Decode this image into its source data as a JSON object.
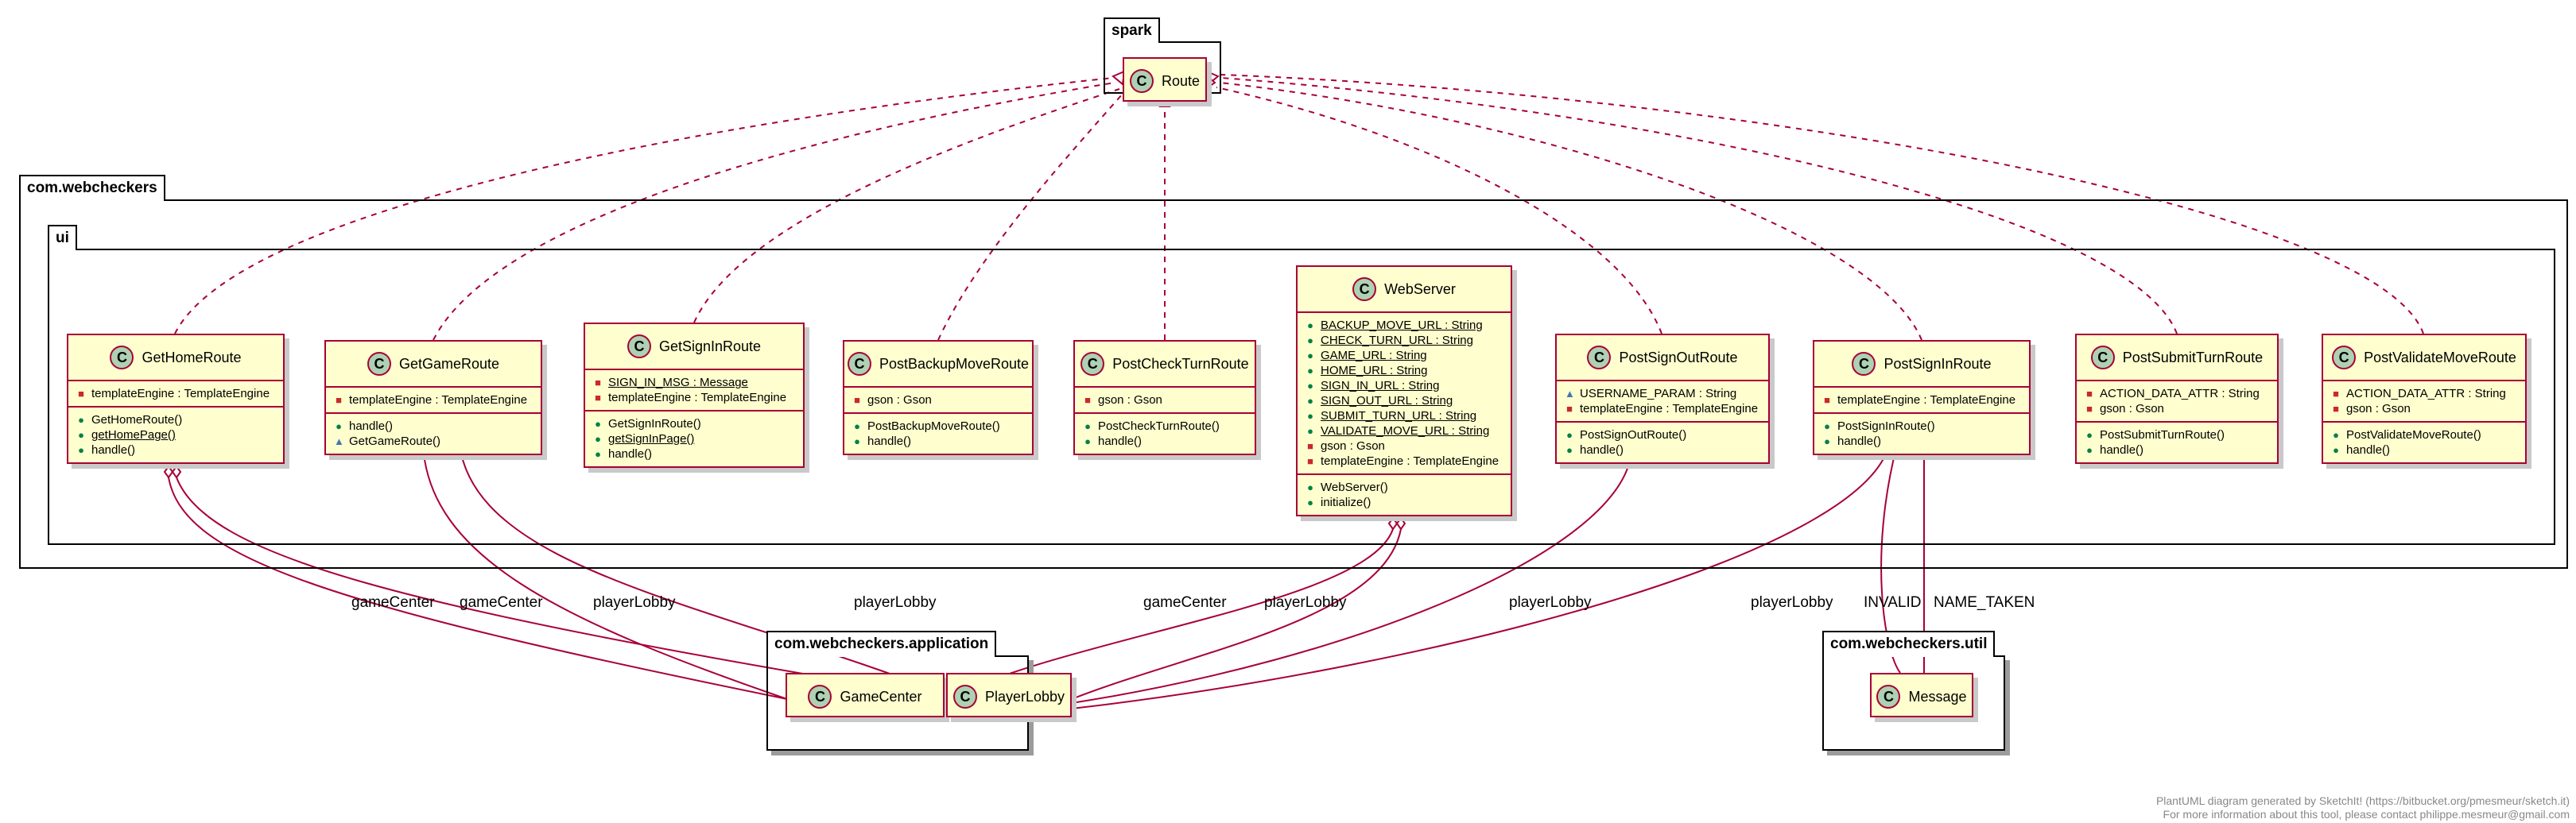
{
  "packages": {
    "spark": "spark",
    "webcheckers": "com.webcheckers",
    "ui": "ui",
    "application": "com.webcheckers.application",
    "util": "com.webcheckers.util"
  },
  "stereotype_glyph": "C",
  "classes": {
    "route": {
      "name": "Route"
    },
    "gethome": {
      "name": "GetHomeRoute",
      "fields": [
        {
          "vis": "-",
          "text": "templateEngine : TemplateEngine"
        }
      ],
      "methods": [
        {
          "vis": "+",
          "text": "GetHomeRoute()"
        },
        {
          "vis": "+",
          "text": "getHomePage()",
          "static": true
        },
        {
          "vis": "+",
          "text": "handle()"
        }
      ]
    },
    "getgame": {
      "name": "GetGameRoute",
      "fields": [
        {
          "vis": "-",
          "text": "templateEngine : TemplateEngine"
        }
      ],
      "methods": [
        {
          "vis": "+",
          "text": "handle()"
        },
        {
          "vis": "~",
          "text": "GetGameRoute()"
        }
      ]
    },
    "getsignin": {
      "name": "GetSignInRoute",
      "fields": [
        {
          "vis": "-",
          "text": "SIGN_IN_MSG : Message",
          "static": true
        },
        {
          "vis": "-",
          "text": "templateEngine : TemplateEngine"
        }
      ],
      "methods": [
        {
          "vis": "+",
          "text": "GetSignInRoute()"
        },
        {
          "vis": "+",
          "text": "getSignInPage()",
          "static": true
        },
        {
          "vis": "+",
          "text": "handle()"
        }
      ]
    },
    "postbackup": {
      "name": "PostBackupMoveRoute",
      "fields": [
        {
          "vis": "-",
          "text": "gson : Gson"
        }
      ],
      "methods": [
        {
          "vis": "+",
          "text": "PostBackupMoveRoute()"
        },
        {
          "vis": "+",
          "text": "handle()"
        }
      ]
    },
    "postcheck": {
      "name": "PostCheckTurnRoute",
      "fields": [
        {
          "vis": "-",
          "text": "gson : Gson"
        }
      ],
      "methods": [
        {
          "vis": "+",
          "text": "PostCheckTurnRoute()"
        },
        {
          "vis": "+",
          "text": "handle()"
        }
      ]
    },
    "webserver": {
      "name": "WebServer",
      "fields": [
        {
          "vis": "+",
          "text": "BACKUP_MOVE_URL : String",
          "static": true
        },
        {
          "vis": "+",
          "text": "CHECK_TURN_URL : String",
          "static": true
        },
        {
          "vis": "+",
          "text": "GAME_URL : String",
          "static": true
        },
        {
          "vis": "+",
          "text": "HOME_URL : String",
          "static": true
        },
        {
          "vis": "+",
          "text": "SIGN_IN_URL : String",
          "static": true
        },
        {
          "vis": "+",
          "text": "SIGN_OUT_URL : String",
          "static": true
        },
        {
          "vis": "+",
          "text": "SUBMIT_TURN_URL : String",
          "static": true
        },
        {
          "vis": "+",
          "text": "VALIDATE_MOVE_URL : String",
          "static": true
        },
        {
          "vis": "-",
          "text": "gson : Gson"
        },
        {
          "vis": "-",
          "text": "templateEngine : TemplateEngine"
        }
      ],
      "methods": [
        {
          "vis": "+",
          "text": "WebServer()"
        },
        {
          "vis": "+",
          "text": "initialize()"
        }
      ]
    },
    "postsignout": {
      "name": "PostSignOutRoute",
      "fields": [
        {
          "vis": "~",
          "text": "USERNAME_PARAM : String"
        },
        {
          "vis": "-",
          "text": "templateEngine : TemplateEngine"
        }
      ],
      "methods": [
        {
          "vis": "+",
          "text": "PostSignOutRoute()"
        },
        {
          "vis": "+",
          "text": "handle()"
        }
      ]
    },
    "postsignin": {
      "name": "PostSignInRoute",
      "fields": [
        {
          "vis": "-",
          "text": "templateEngine : TemplateEngine"
        }
      ],
      "methods": [
        {
          "vis": "+",
          "text": "PostSignInRoute()"
        },
        {
          "vis": "+",
          "text": "handle()"
        }
      ]
    },
    "postsubmit": {
      "name": "PostSubmitTurnRoute",
      "fields": [
        {
          "vis": "-",
          "text": "ACTION_DATA_ATTR : String"
        },
        {
          "vis": "-",
          "text": "gson : Gson"
        }
      ],
      "methods": [
        {
          "vis": "+",
          "text": "PostSubmitTurnRoute()"
        },
        {
          "vis": "+",
          "text": "handle()"
        }
      ]
    },
    "postvalidate": {
      "name": "PostValidateMoveRoute",
      "fields": [
        {
          "vis": "-",
          "text": "ACTION_DATA_ATTR : String"
        },
        {
          "vis": "-",
          "text": "gson : Gson"
        }
      ],
      "methods": [
        {
          "vis": "+",
          "text": "PostValidateMoveRoute()"
        },
        {
          "vis": "+",
          "text": "handle()"
        }
      ]
    },
    "gamecenter": {
      "name": "GameCenter"
    },
    "playerlobby": {
      "name": "PlayerLobby"
    },
    "message": {
      "name": "Message"
    }
  },
  "edge_labels": {
    "gh_gc": "gameCenter",
    "gh_pl": "playerLobby",
    "gg_gc": "gameCenter",
    "gg_pl": "playerLobby",
    "ws_gc": "gameCenter",
    "ws_pl": "playerLobby",
    "pso_pl": "playerLobby",
    "psi_pl": "playerLobby",
    "psi_invalid": "INVALID",
    "psi_taken": "NAME_TAKEN"
  },
  "footer": {
    "line1": "PlantUML diagram generated by SketchIt! (https://bitbucket.org/pmesmeur/sketch.it)",
    "line2": "For more information about this tool, please contact philippe.mesmeur@gmail.com"
  },
  "colors": {
    "class_fill": "#fefece",
    "class_border": "#a80036",
    "circle_fill": "#add1b2",
    "edge": "#a80036"
  }
}
